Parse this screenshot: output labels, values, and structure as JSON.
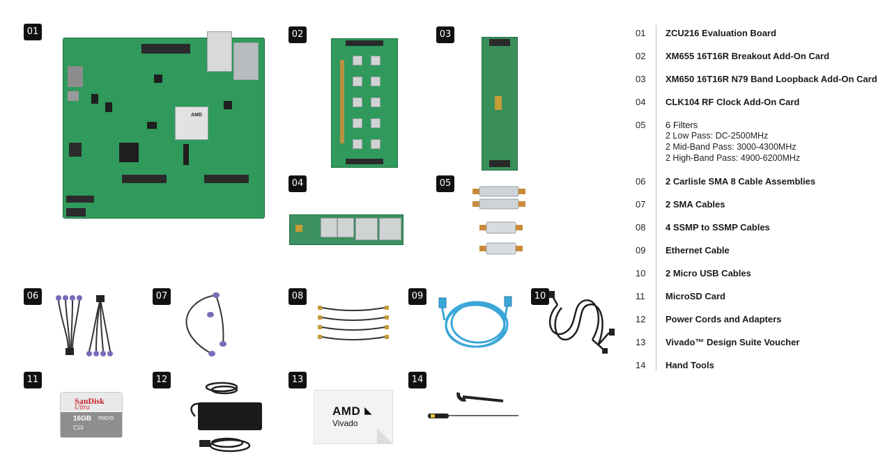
{
  "labels": [
    "01",
    "02",
    "03",
    "04",
    "05",
    "06",
    "07",
    "08",
    "09",
    "10",
    "11",
    "12",
    "13",
    "14"
  ],
  "legend": [
    {
      "num": "01",
      "title": "ZCU216 Evaluation Board"
    },
    {
      "num": "02",
      "title": "XM655 16T16R Breakout Add-On Card"
    },
    {
      "num": "03",
      "title": "XM650 16T16R N79 Band Loopback Add-On Card"
    },
    {
      "num": "04",
      "title": "CLK104 RF Clock Add-On Card"
    },
    {
      "num": "05",
      "title": "6 Filters",
      "details": [
        "2 Low Pass: DC-2500MHz",
        "2 Mid-Band Pass: 3000-4300MHz",
        "2 High-Band Pass: 4900-6200MHz"
      ]
    },
    {
      "num": "06",
      "title": "2 Carlisle SMA 8 Cable Assemblies"
    },
    {
      "num": "07",
      "title": "2 SMA Cables"
    },
    {
      "num": "08",
      "title": "4 SSMP to SSMP Cables"
    },
    {
      "num": "09",
      "title": "Ethernet Cable"
    },
    {
      "num": "10",
      "title": "2 Micro USB Cables"
    },
    {
      "num": "11",
      "title": "MicroSD Card"
    },
    {
      "num": "12",
      "title": "Power Cords and Adapters"
    },
    {
      "num": "13",
      "title": "Vivado™ Design Suite Voucher"
    },
    {
      "num": "14",
      "title": "Hand Tools"
    }
  ],
  "sd_card": {
    "brand": "SanDisk",
    "line": "Ultra",
    "capacity": "16GB",
    "format": "micro",
    "class": "C10"
  },
  "voucher": {
    "brand": "AMD",
    "product": "Vivado"
  },
  "chip_label": "AMD",
  "colors": {
    "pcb": "#2f9a5c",
    "badge": "#111111",
    "cable_blue": "#3aa6d8",
    "connector_purple": "#7a6ab8",
    "gold": "#c79b38"
  }
}
